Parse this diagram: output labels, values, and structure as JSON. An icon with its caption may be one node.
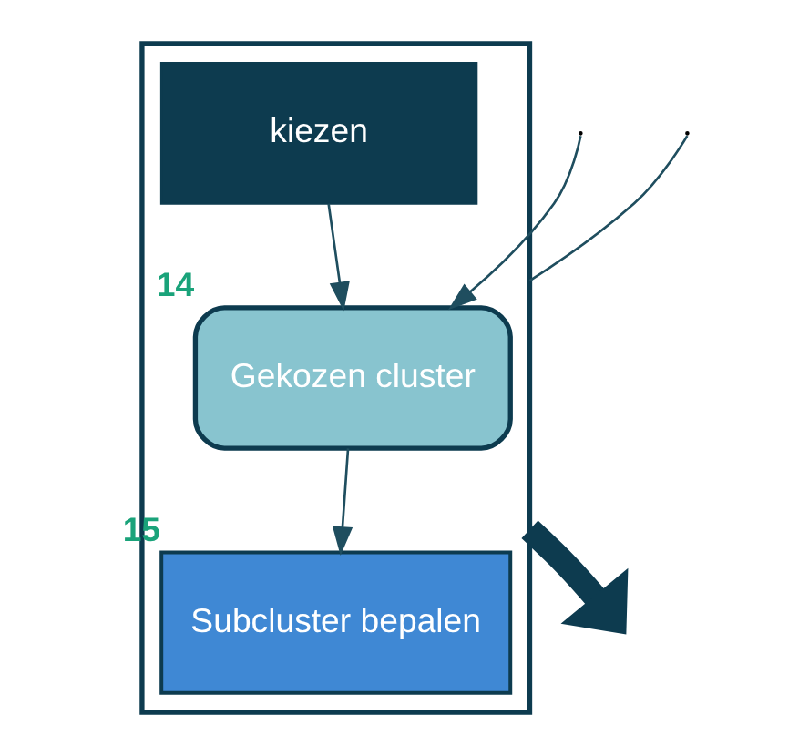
{
  "diagram": {
    "nodes": [
      {
        "text": [],
        "shape": "box"
      },
      {
        "text": [
          "Gekozen cluster"
        ],
        "in": 0,
        "beside": [
          "14"
        ]
      },
      {
        "text": [
          "kiezen"
        ],
        "in": 0
      },
      {
        "text": [
          "Subcluster bepalen"
        ],
        "in": 0,
        "beside": [
          "15"
        ]
      }
    ],
    "edges": [
      {
        "from": null,
        "to": 1,
        "arrow": "to"
      },
      {
        "from": 2,
        "to": 1,
        "arrow": "to"
      },
      {
        "from": 1,
        "to": 3,
        "arrow": "to"
      },
      {
        "from": null,
        "to": 0,
        "arrow": "none"
      },
      {
        "from": 0,
        "to": null,
        "arrow": "to",
        "style": "thick",
        "color": "#0d3b4f"
      }
    ]
  }
}
